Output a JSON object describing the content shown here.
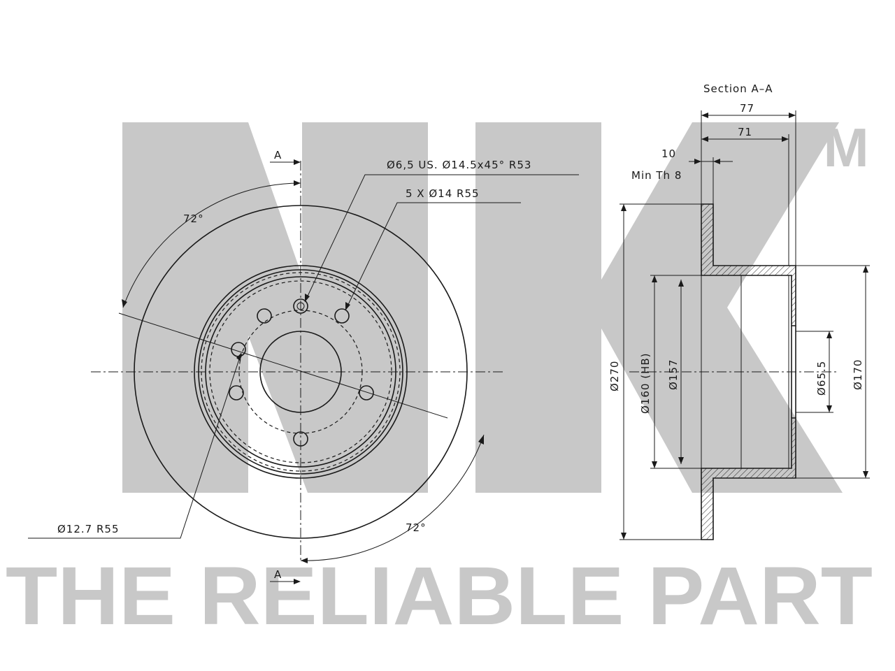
{
  "watermark": {
    "logo_text": "NK",
    "trademark": "TM",
    "slogan": "THE RELIABLE PART",
    "color": "#c8c8c8"
  },
  "front_view": {
    "section_mark_top": "A",
    "section_mark_bottom": "A",
    "angle_top": "72°",
    "angle_bottom": "72°",
    "callout_hole": "Ø6,5  US.  Ø14.5x45°  R53",
    "callout_bolts": "5  X  Ø14  R55",
    "callout_hub": "Ø12.7  R55"
  },
  "section_view": {
    "title": "Section  A–A",
    "dim_77": "77",
    "dim_71": "71",
    "dim_10": "10",
    "min_thickness": "Min  Th  8",
    "dim_270": "Ø270",
    "dim_160": "Ø160  (HB)",
    "dim_157": "Ø157",
    "dim_65_5": "Ø65.5",
    "dim_170": "Ø170"
  },
  "colors": {
    "line": "#1a1a1a",
    "watermark": "#c8c8c8",
    "background": "#ffffff"
  }
}
